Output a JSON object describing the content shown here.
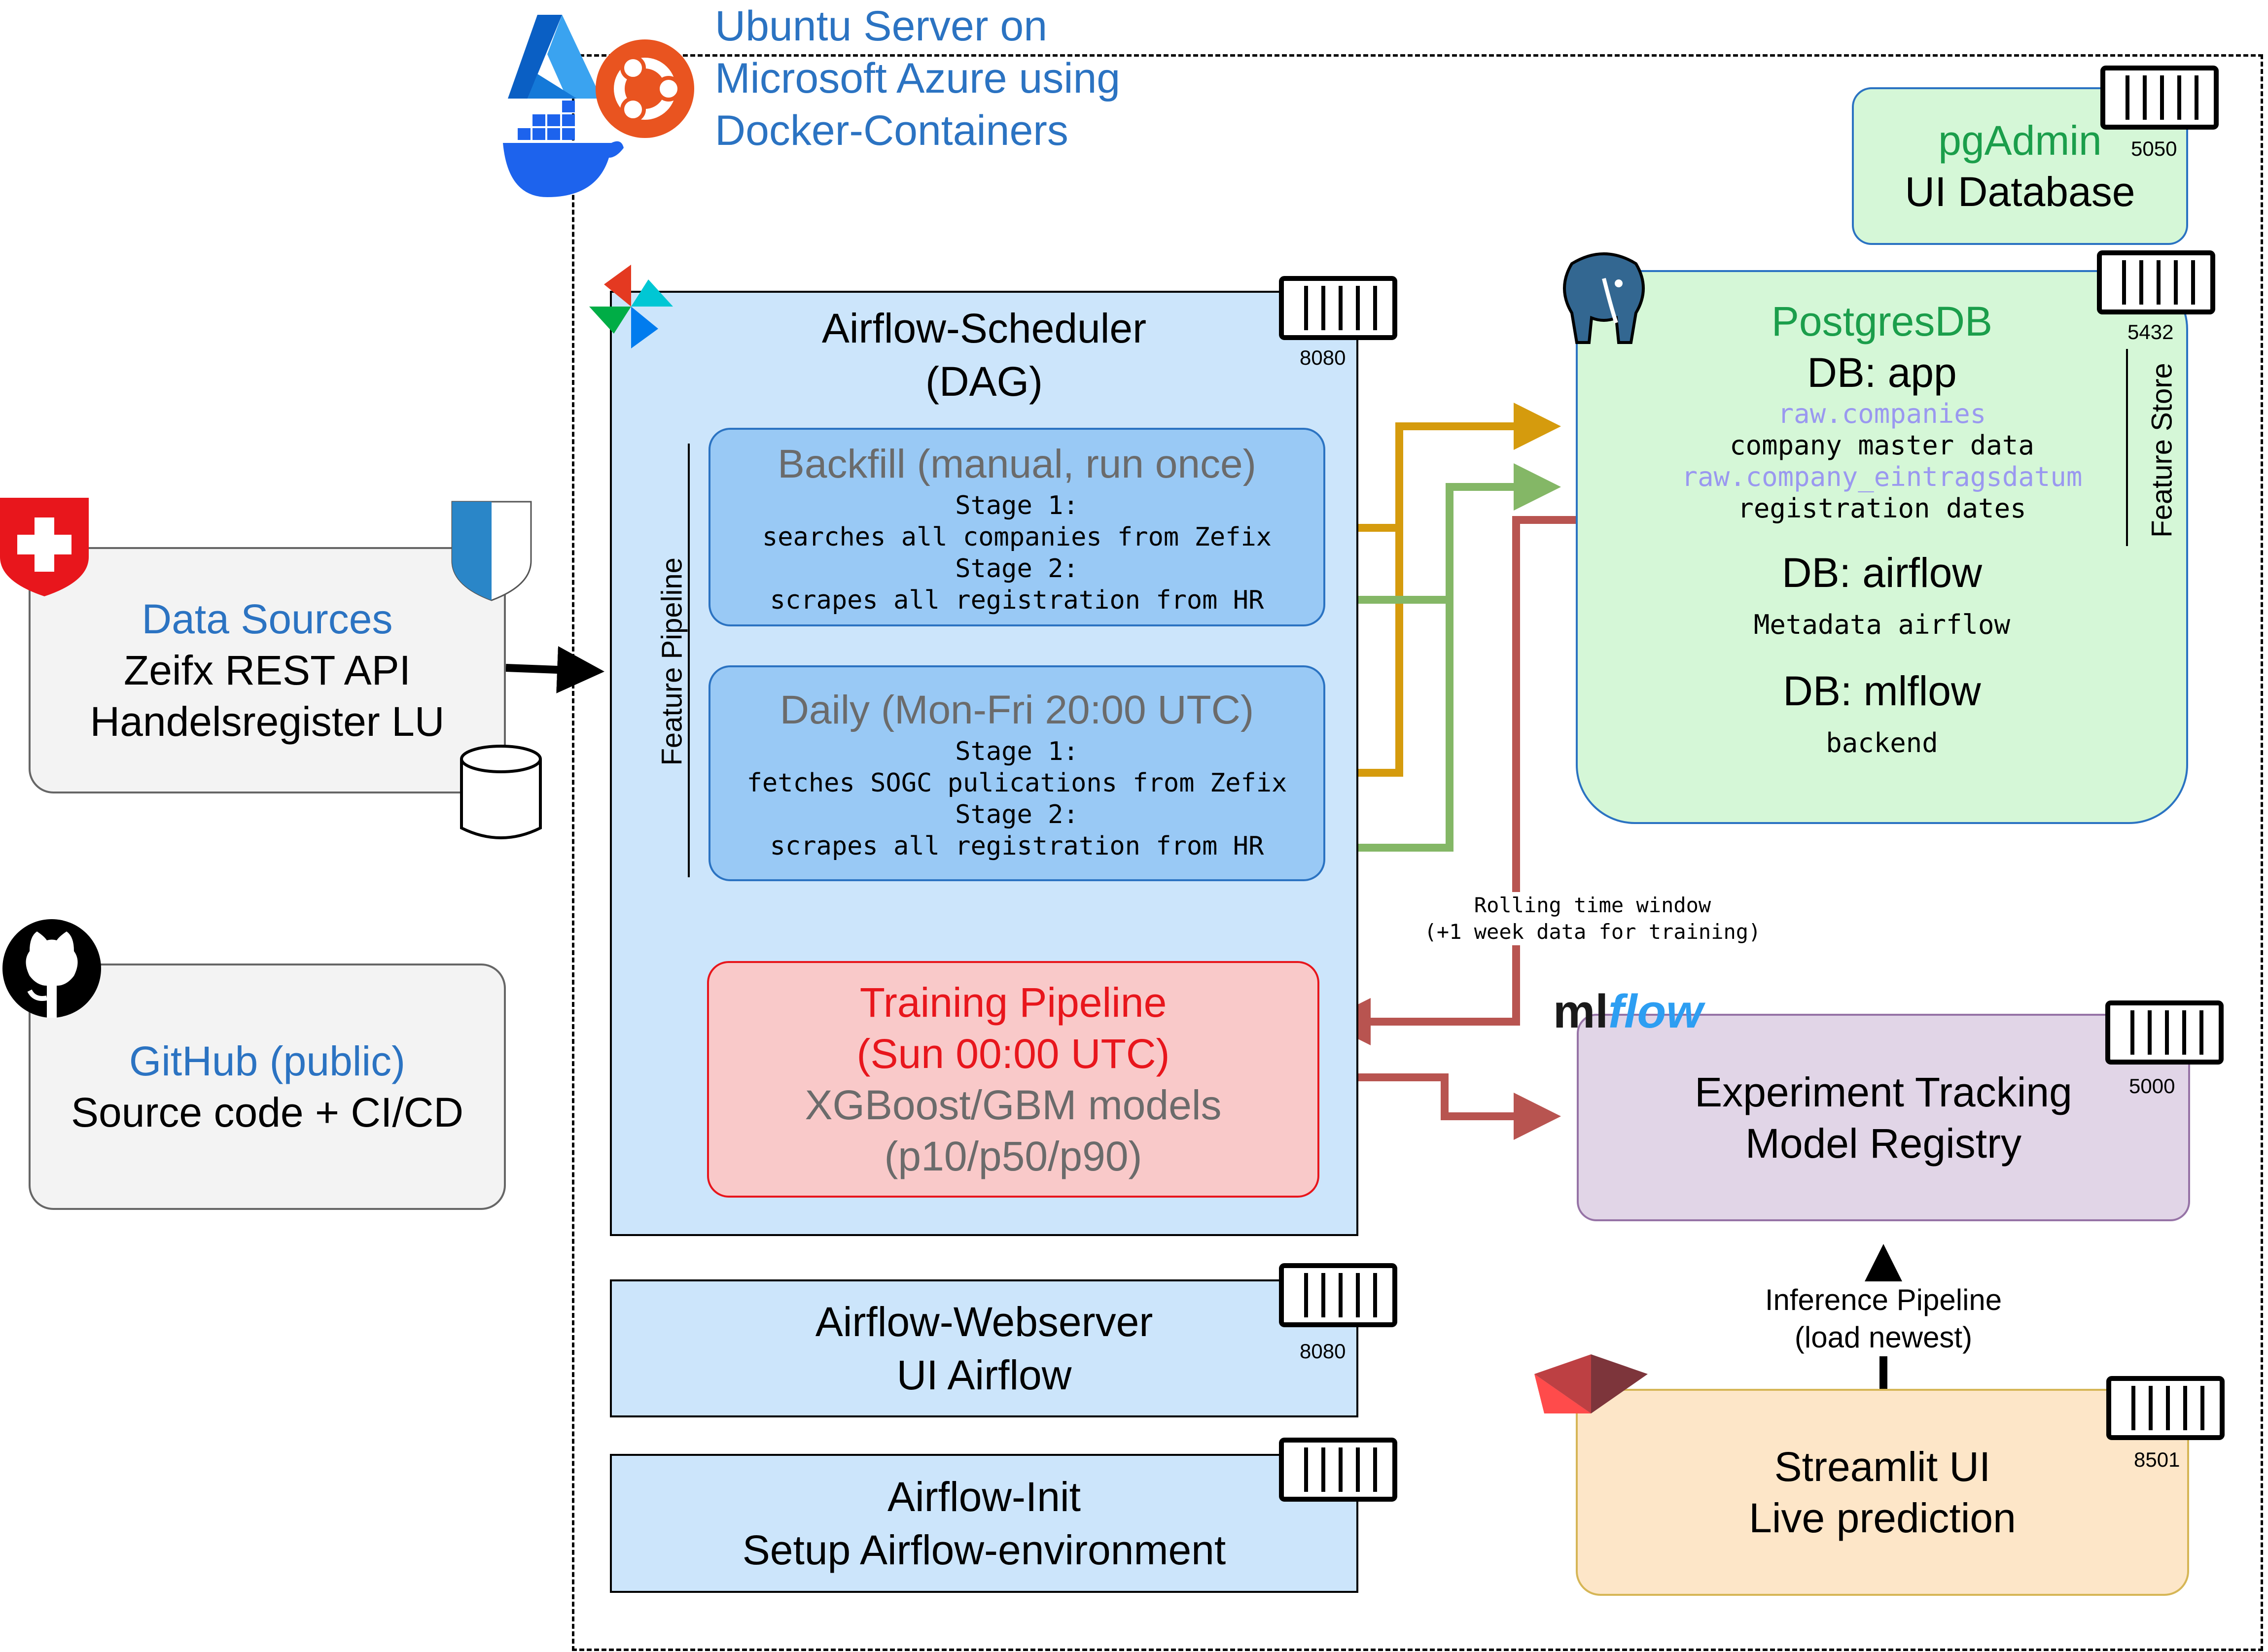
{
  "server": {
    "title_lines": [
      "Ubuntu Server on",
      "Microsoft Azure using",
      "Docker-Containers"
    ]
  },
  "data_sources": {
    "title": "Data Sources",
    "lines": [
      "Zeifx REST API",
      "Handelsregister LU"
    ]
  },
  "github": {
    "title": "GitHub (public)",
    "line": "Source code + CI/CD"
  },
  "scheduler": {
    "title": [
      "Airflow-Scheduler",
      "(DAG)"
    ],
    "port": "8080",
    "feature_pipeline_label": "Feature Pipeline",
    "backfill": {
      "title": "Backfill (manual, run once)",
      "lines": [
        "Stage 1:",
        "searches all companies from Zefix",
        "Stage 2:",
        "scrapes all registration from HR"
      ]
    },
    "daily": {
      "title": "Daily (Mon-Fri 20:00 UTC)",
      "lines": [
        "Stage 1:",
        "fetches SOGC pulications from Zefix",
        "Stage 2:",
        "scrapes all registration from HR"
      ]
    },
    "training": {
      "title": [
        "Training Pipeline",
        "(Sun 00:00 UTC)"
      ],
      "lines": [
        "XGBoost/GBM models",
        "(p10/p50/p90)"
      ]
    }
  },
  "webserver": {
    "lines": [
      "Airflow-Webserver",
      "UI Airflow"
    ],
    "port": "8080"
  },
  "init": {
    "lines": [
      "Airflow-Init",
      "Setup Airflow-environment"
    ]
  },
  "pgadmin": {
    "title": "pgAdmin",
    "line": "UI Database",
    "port": "5050"
  },
  "postgres": {
    "title": "PostgresDB",
    "port": "5432",
    "feature_store_label": "Feature Store",
    "db_app": "DB: app",
    "tables": [
      {
        "name": "raw.companies",
        "desc": "company master data"
      },
      {
        "name": "raw.company_eintragsdatum",
        "desc": "registration dates"
      }
    ],
    "db_airflow": "DB: airflow",
    "airflow_desc": "Metadata airflow",
    "db_mlflow": "DB: mlflow",
    "mlflow_desc": "backend"
  },
  "mlflow": {
    "logo_ml": "ml",
    "logo_flow": "flow",
    "lines": [
      "Experiment Tracking",
      "Model Registry"
    ],
    "port": "5000"
  },
  "streamlit": {
    "lines": [
      "Streamlit UI",
      "Live prediction"
    ],
    "port": "8501"
  },
  "edges": {
    "rolling_window": [
      "Rolling time window",
      "(+1 week data for training)"
    ],
    "inference": [
      "Inference Pipeline",
      "(load newest)"
    ]
  },
  "colors": {
    "blue_text": "#2b73c2",
    "green_text": "#1b9e4b",
    "red_text": "#e8161c",
    "grey_text": "#6b6b6b",
    "light_blue": "#cce5fb",
    "mid_blue": "#99c9f5",
    "green_fill": "#d5f7d7",
    "red_fill": "#f9c9c9",
    "purple_fill": "#e1d5e7",
    "orange_fill": "#fde6c8",
    "grey_fill": "#f3f3f3",
    "orange_edge": "#d59b0d",
    "green_edge": "#84b766",
    "red_edge": "#b85450"
  },
  "icons": [
    "azure-icon",
    "ubuntu-icon",
    "docker-icon",
    "airflow-icon",
    "container-icon",
    "swiss-flag-icon",
    "lucerne-shield-icon",
    "database-cylinder-icon",
    "github-icon",
    "postgres-elephant-icon",
    "streamlit-crown-icon"
  ]
}
